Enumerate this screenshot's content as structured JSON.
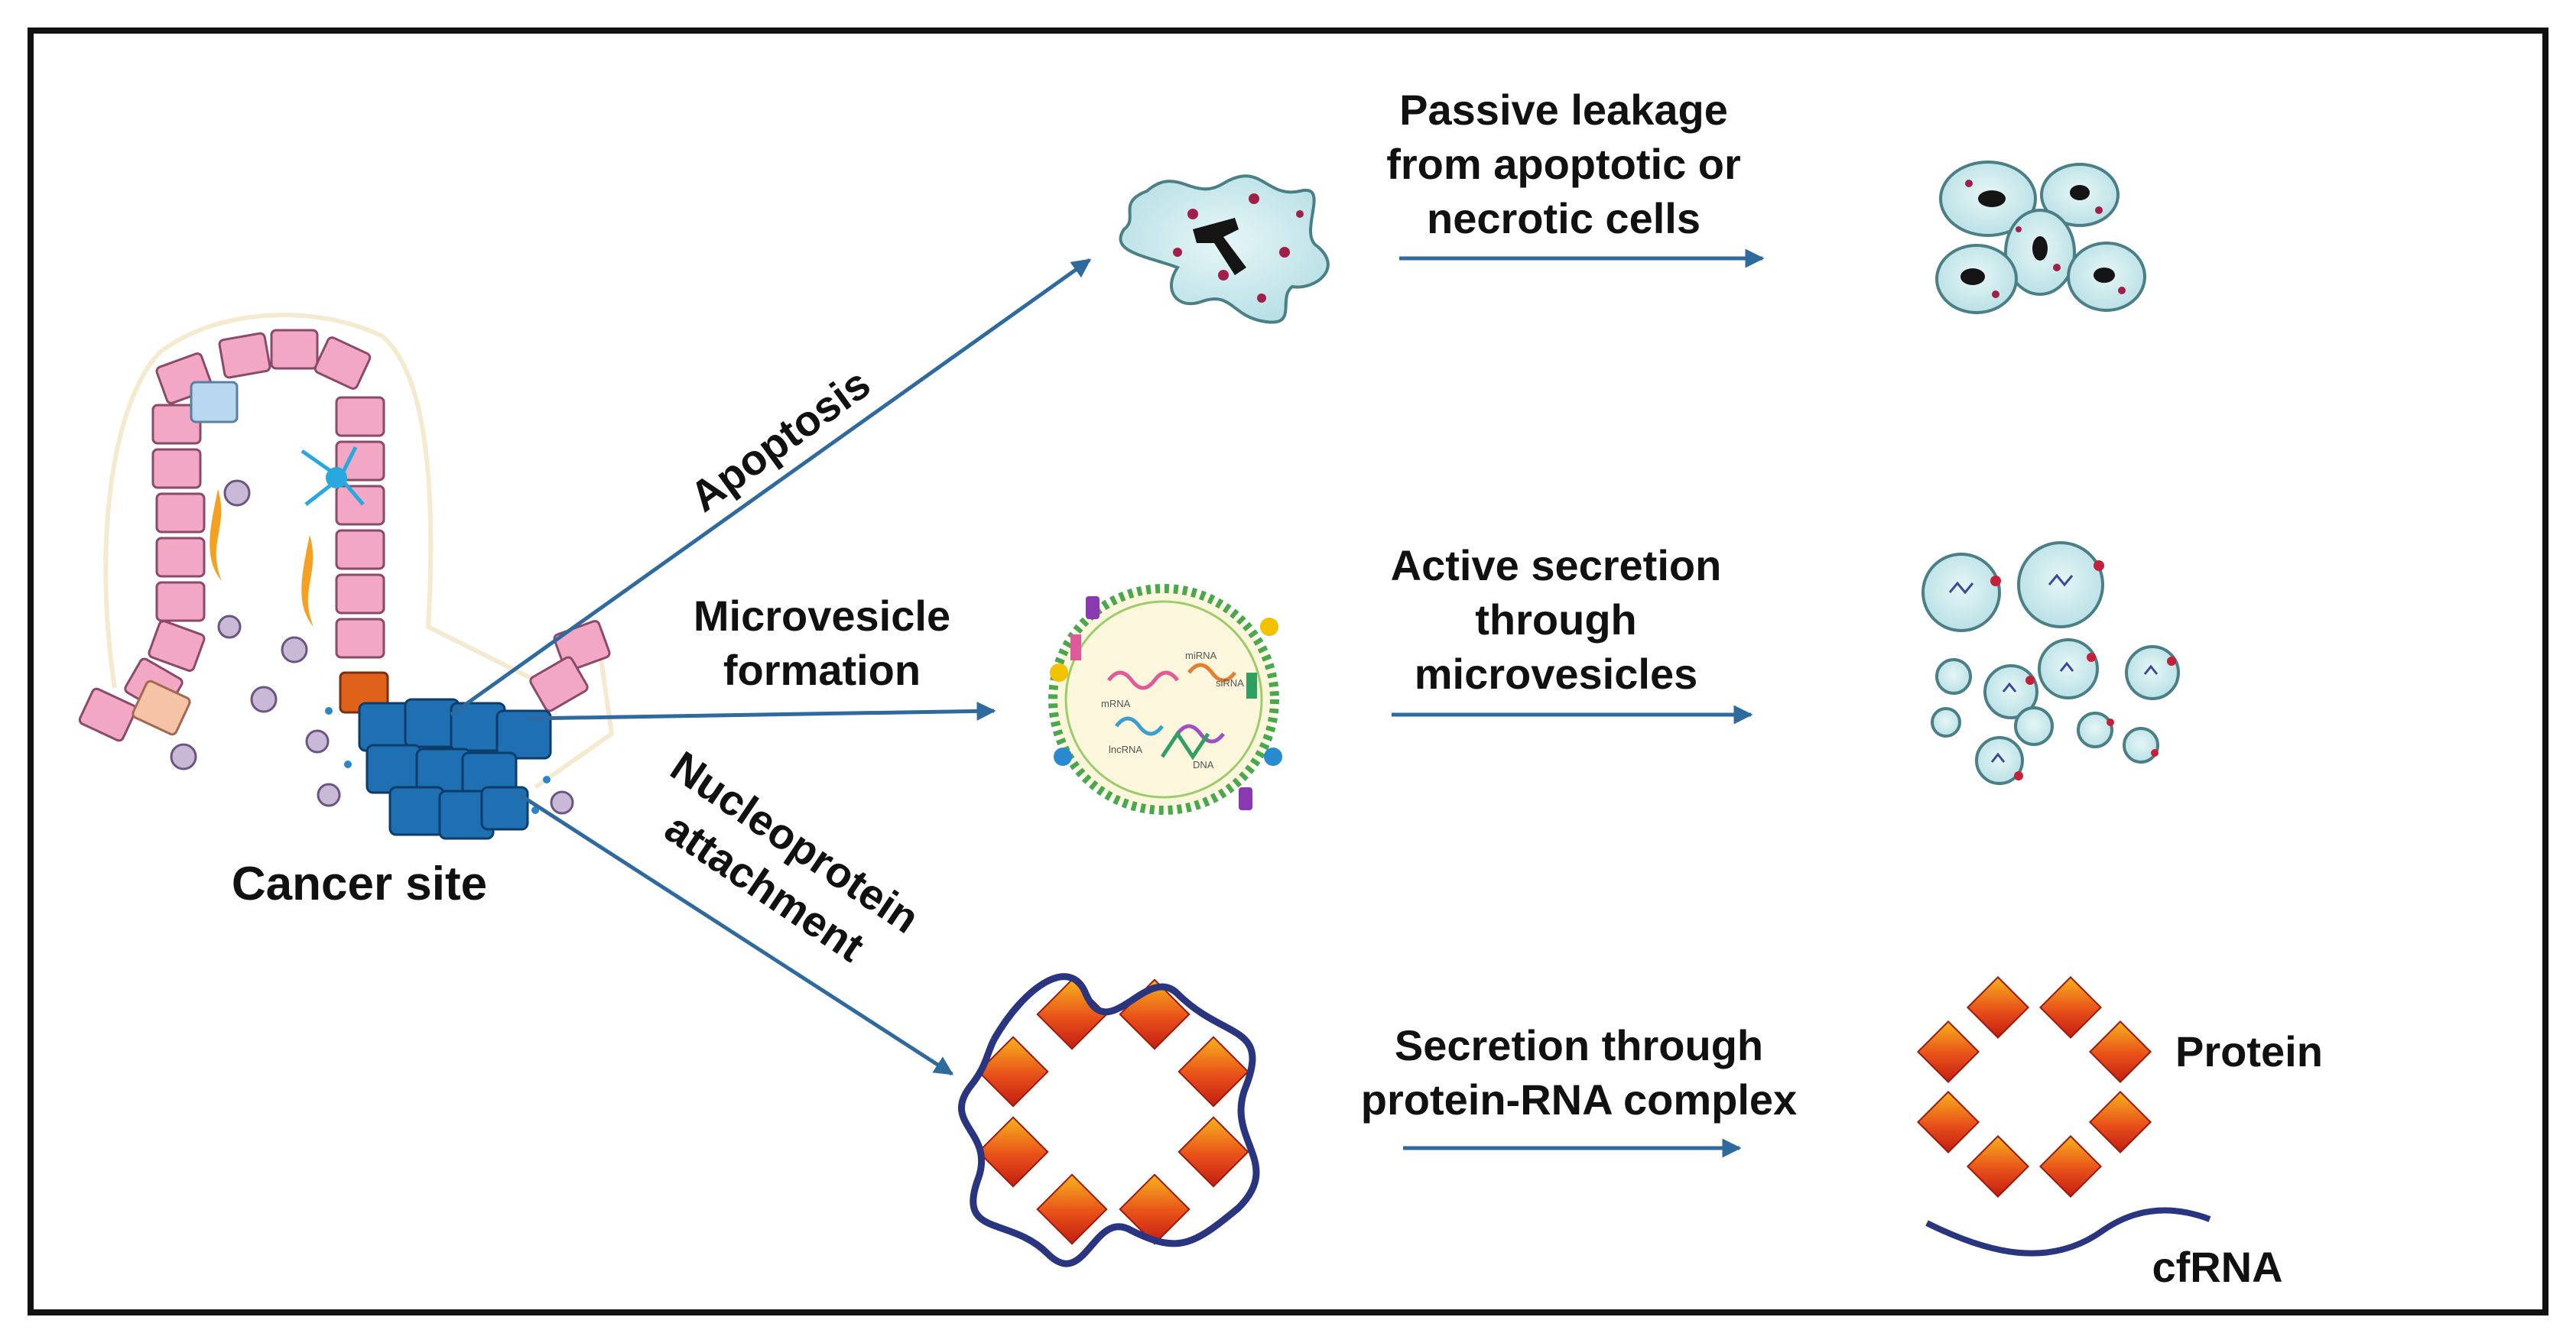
{
  "cancer_site_label": "Cancer site",
  "pathways": {
    "apoptosis": {
      "label": "Apoptosis",
      "mechanism": "Passive leakage\nfrom apoptotic or\nnecrotic cells"
    },
    "microvesicle": {
      "label": "Microvesicle\nformation",
      "mechanism": "Active secretion\nthrough\nmicrovesicles"
    },
    "nucleoprotein": {
      "label": "Nucleoprotein\nattachment",
      "mechanism": "Secretion through\nprotein-RNA complex"
    }
  },
  "legend": {
    "protein": "Protein",
    "cfrna": "cfRNA"
  },
  "vesicle_cargo": [
    "miRNA",
    "siRNA",
    "mRNA",
    "lncRNA",
    "DNA"
  ],
  "colors": {
    "arrow": "#2e6a9e",
    "epithelium": "#f2a8c4",
    "tumor": "#1f6fb3",
    "protein": "#e04010",
    "rna": "#2a3580",
    "cell": "#bfe6ea"
  }
}
